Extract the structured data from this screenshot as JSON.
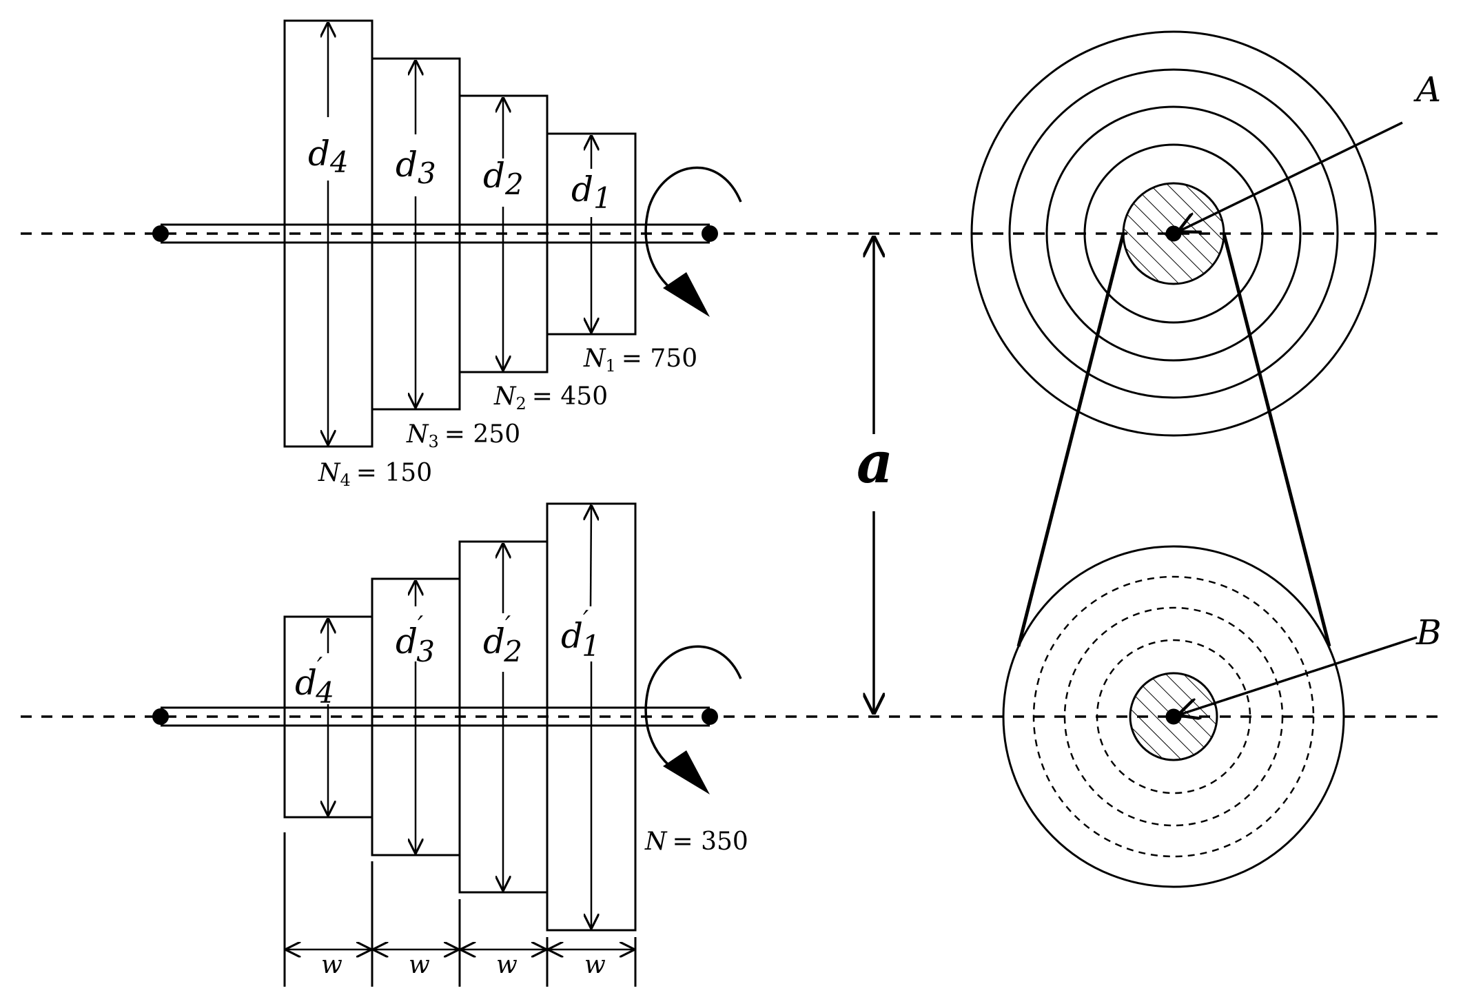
{
  "top_pulley": {
    "steps": [
      {
        "diameter_label": "d",
        "diameter_sub": "4",
        "speed_label": "N",
        "speed_sub": "4",
        "speed_value": "= 150"
      },
      {
        "diameter_label": "d",
        "diameter_sub": "3",
        "speed_label": "N",
        "speed_sub": "3",
        "speed_value": "= 250"
      },
      {
        "diameter_label": "d",
        "diameter_sub": "2",
        "speed_label": "N",
        "speed_sub": "2",
        "speed_value": "= 450"
      },
      {
        "diameter_label": "d",
        "diameter_sub": "1",
        "speed_label": "N",
        "speed_sub": "1",
        "speed_value": "= 750"
      }
    ]
  },
  "bottom_pulley": {
    "steps": [
      {
        "diameter_label": "d",
        "diameter_sub": "4",
        "prime": "′"
      },
      {
        "diameter_label": "d",
        "diameter_sub": "3",
        "prime": "′"
      },
      {
        "diameter_label": "d",
        "diameter_sub": "2",
        "prime": "′"
      },
      {
        "diameter_label": "d",
        "diameter_sub": "1",
        "prime": "′"
      }
    ],
    "speed_label": "N",
    "speed_value": "= 350"
  },
  "width_labels": [
    "w",
    "w",
    "w",
    "w"
  ],
  "center_distance_label": "a",
  "shaft_labels": {
    "top": "A",
    "bottom": "B"
  }
}
